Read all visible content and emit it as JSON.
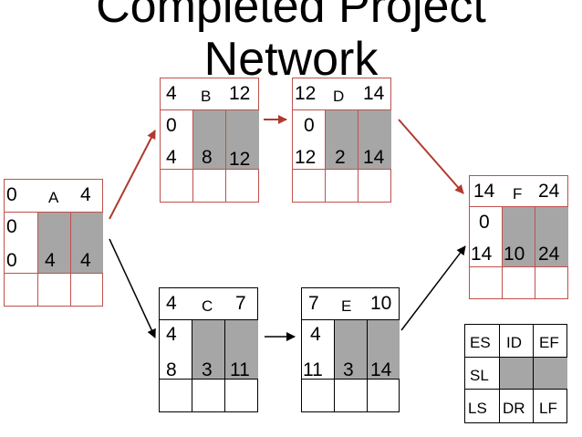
{
  "title_lines": [
    "Completed Project",
    "Network"
  ],
  "colors": {
    "red_border": "#c0504d",
    "black_border": "#000000",
    "gray_fill": "#a6a6a6",
    "red_arrow": "#b03a2e",
    "black_arrow": "#000000"
  },
  "nodes": {
    "A": {
      "id": "A",
      "es": "0",
      "ef": "4",
      "sl": "0",
      "ls": "0",
      "dr": "4",
      "lf": "4"
    },
    "B": {
      "id": "B",
      "es": "4",
      "ef": "12",
      "sl": "0",
      "ls": "4",
      "dr": "8",
      "lf": "12"
    },
    "C": {
      "id": "C",
      "es": "4",
      "ef": "7",
      "sl": "4",
      "ls": "8",
      "dr": "3",
      "lf": "11"
    },
    "D": {
      "id": "D",
      "es": "12",
      "ef": "14",
      "sl": "0",
      "ls": "12",
      "dr": "2",
      "lf": "14"
    },
    "E": {
      "id": "E",
      "es": "7",
      "ef": "10",
      "sl": "4",
      "ls": "11",
      "dr": "3",
      "lf": "14"
    },
    "F": {
      "id": "F",
      "es": "14",
      "ef": "24",
      "sl": "0",
      "ls": "14",
      "dr": "10",
      "lf": "24"
    }
  },
  "legend": {
    "es": "ES",
    "id": "ID",
    "ef": "EF",
    "sl": "SL",
    "ls": "LS",
    "dr": "DR",
    "lf": "LF"
  }
}
